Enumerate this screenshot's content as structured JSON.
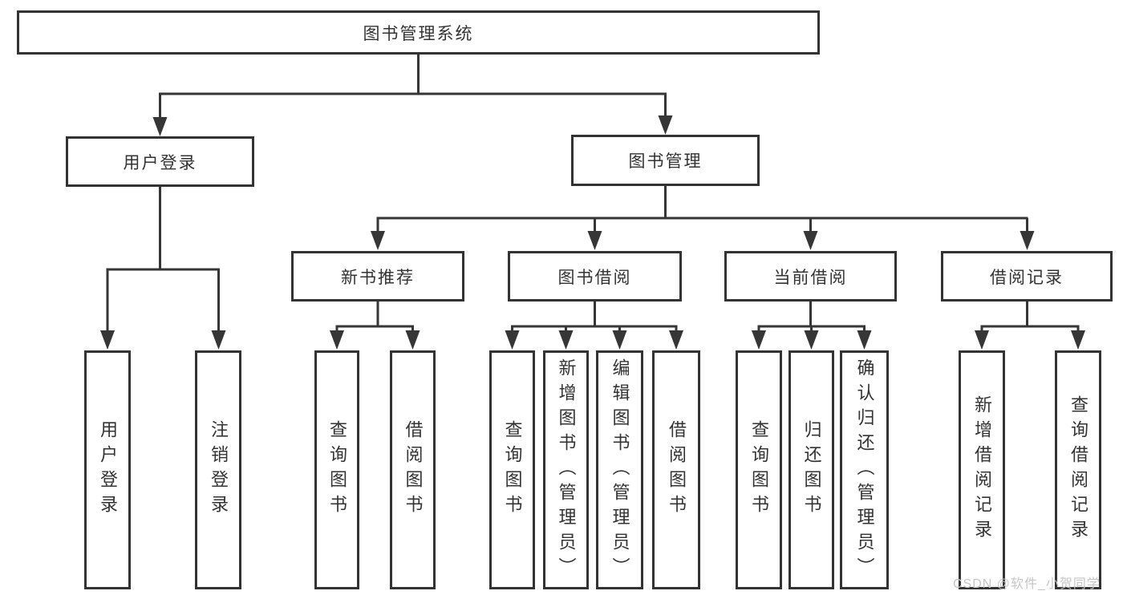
{
  "diagram": {
    "root": {
      "label": "图书管理系统"
    },
    "branches": [
      {
        "label": "用户登录",
        "children": [
          {
            "label": "用户登录"
          },
          {
            "label": "注销登录"
          }
        ]
      },
      {
        "label": "图书管理",
        "children": [
          {
            "label": "新书推荐",
            "children": [
              {
                "label": "查询图书"
              },
              {
                "label": "借阅图书"
              }
            ]
          },
          {
            "label": "图书借阅",
            "children": [
              {
                "label": "查询图书"
              },
              {
                "label": "新增图书（管理员）"
              },
              {
                "label": "编辑图书（管理员）"
              },
              {
                "label": "借阅图书"
              }
            ]
          },
          {
            "label": "当前借阅",
            "children": [
              {
                "label": "查询图书"
              },
              {
                "label": "归还图书"
              },
              {
                "label": "确认归还（管理员）"
              }
            ]
          },
          {
            "label": "借阅记录",
            "children": [
              {
                "label": "新增借阅记录"
              },
              {
                "label": "查询借阅记录"
              }
            ]
          }
        ]
      }
    ]
  },
  "colors": {
    "line": "#363636",
    "box_border": "#333333",
    "text": "#333333",
    "watermark": "#c6c6c6",
    "background": "#ffffff"
  },
  "watermark": {
    "text": "CSDN @软件_小贺同学"
  }
}
